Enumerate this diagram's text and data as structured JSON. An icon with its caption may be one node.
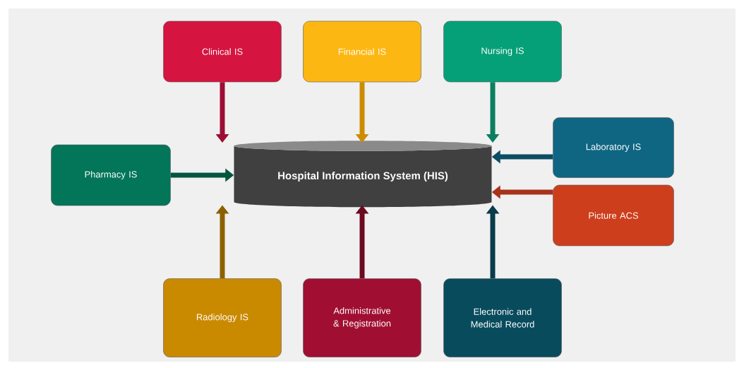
{
  "diagram": {
    "nodes": [
      {
        "text": [
          "Clinical IS"
        ]
      },
      {
        "text": [
          "Financial IS"
        ]
      },
      {
        "text": [
          "Nursing IS"
        ]
      },
      {
        "text": [
          "Pharmacy IS"
        ]
      },
      {
        "text": [
          "Hospital Information System (HIS)"
        ]
      },
      {
        "text": [
          "Laboratory IS"
        ]
      },
      {
        "text": [
          "Picture ACS"
        ]
      },
      {
        "text": [
          "Radiology IS"
        ]
      },
      {
        "text": [
          "Administrative & Registration"
        ]
      },
      {
        "text": [
          "Electronic and Medical Record"
        ]
      }
    ],
    "edges": [
      {
        "from": 0,
        "to": 4,
        "arrow": "to",
        "color": "#9d0e34"
      },
      {
        "from": 1,
        "to": 4,
        "arrow": "to",
        "color": "#cc8c00"
      },
      {
        "from": 2,
        "to": 4,
        "arrow": "to",
        "color": "#0b7f5f"
      },
      {
        "from": 3,
        "to": 4,
        "arrow": "to",
        "color": "#04563f"
      },
      {
        "from": 5,
        "to": 4,
        "arrow": "to",
        "color": "#0b4d64"
      },
      {
        "from": 6,
        "to": 4,
        "arrow": "to",
        "color": "#a8321a"
      },
      {
        "from": 7,
        "to": 4,
        "arrow": "to",
        "color": "#8c6000"
      },
      {
        "from": 8,
        "to": 4,
        "arrow": "to",
        "color": "#6b0a20"
      },
      {
        "from": 9,
        "to": 4,
        "arrow": "to",
        "color": "#0a3c4a"
      }
    ]
  }
}
